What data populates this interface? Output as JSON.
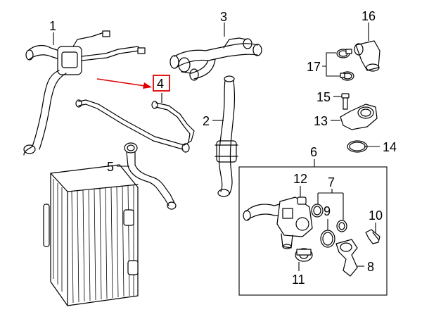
{
  "callouts": {
    "c1": "1",
    "c2": "2",
    "c3": "3",
    "c4": "4",
    "c5": "5",
    "c6": "6",
    "c7": "7",
    "c8": "8",
    "c9": "9",
    "c10": "10",
    "c11": "11",
    "c12": "12",
    "c13": "13",
    "c14": "14",
    "c15": "15",
    "c16": "16",
    "c17": "17"
  },
  "colors": {
    "highlight": "#e00000",
    "line": "#000000",
    "background": "#ffffff"
  }
}
